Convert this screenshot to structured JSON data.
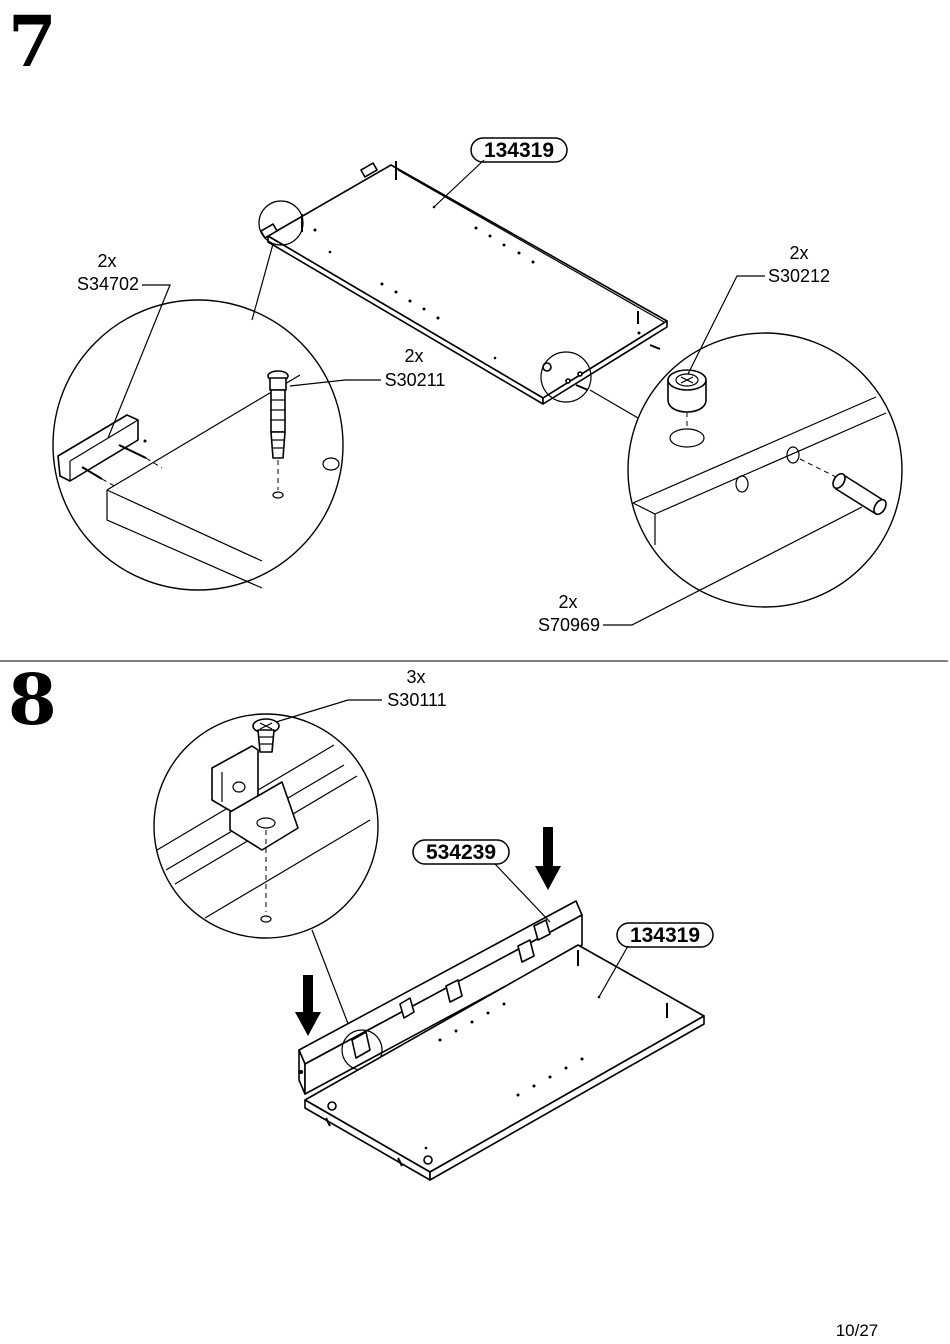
{
  "page": {
    "number": "10/27"
  },
  "steps": [
    {
      "number": "7",
      "panel_badge": "134319",
      "parts": [
        {
          "qty": "2x",
          "code": "S34702"
        },
        {
          "qty": "2x",
          "code": "S30211"
        },
        {
          "qty": "2x",
          "code": "S30212"
        },
        {
          "qty": "2x",
          "code": "S70969"
        }
      ]
    },
    {
      "number": "8",
      "panel_badges": [
        "534239",
        "134319"
      ],
      "parts": [
        {
          "qty": "3x",
          "code": "S30111"
        }
      ]
    }
  ]
}
